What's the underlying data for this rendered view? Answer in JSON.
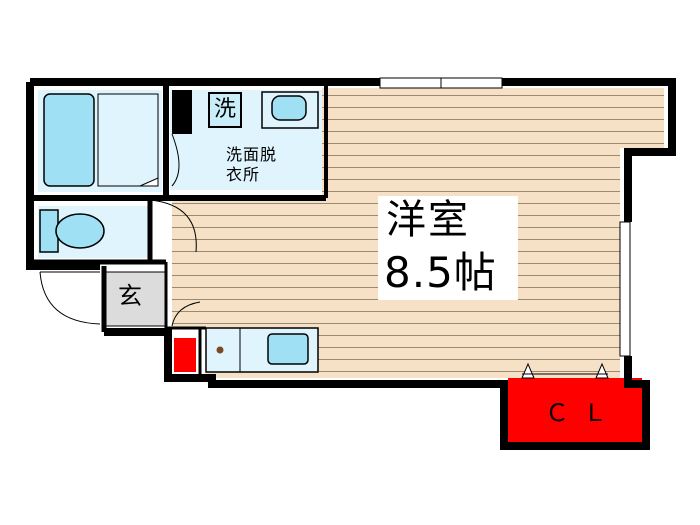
{
  "rooms": {
    "western_room_name": "洋室",
    "western_room_size": "8.5帖",
    "washroom_line1": "洗面脱",
    "washroom_line2": "衣所",
    "washing_machine_mark": "洗",
    "entrance": "玄",
    "closet": "ＣＬ"
  },
  "colors": {
    "wall": "#000000",
    "floor_wood": "#f6e1c6",
    "floor_line": "#9b8a73",
    "wet_area": "#dff4fd",
    "fixture": "#9fe0f5",
    "entrance_tile": "#dcdcdc",
    "closet": "#ff0000"
  }
}
